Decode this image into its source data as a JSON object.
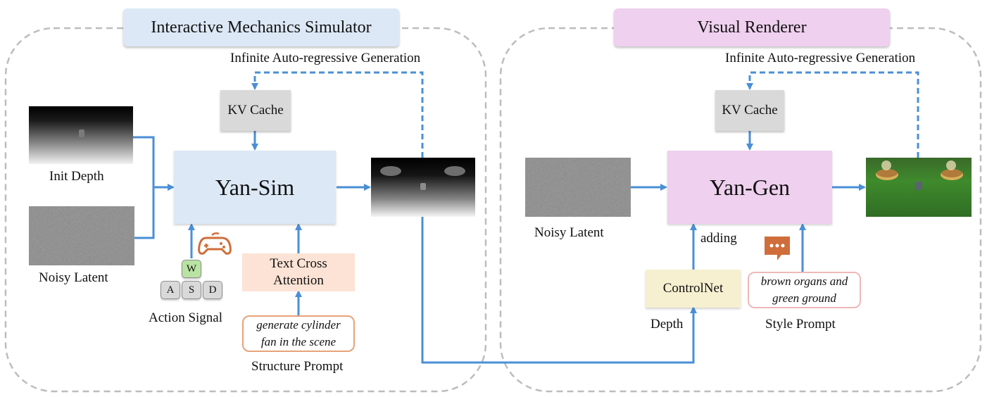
{
  "sections": {
    "left_title": "Interactive Mechanics Simulator",
    "right_title": "Visual Renderer"
  },
  "simulator": {
    "loop_label": "Infinite Auto-regressive Generation",
    "kv_cache": "KV Cache",
    "model": "Yan-Sim",
    "init_depth": "Init Depth",
    "noisy_latent": "Noisy Latent",
    "action_signal": "Action Signal",
    "keys": {
      "w": "W",
      "a": "A",
      "s": "S",
      "d": "D"
    },
    "text_cross_attention": "Text Cross Attention",
    "structure_prompt_text": "generate cylinder fan in the scene",
    "structure_prompt_label": "Structure Prompt"
  },
  "renderer": {
    "loop_label": "Infinite Auto-regressive Generation",
    "kv_cache": "KV Cache",
    "model": "Yan-Gen",
    "noisy_latent": "Noisy Latent",
    "adding": "adding",
    "controlnet": "ControlNet",
    "depth": "Depth",
    "style_prompt_text": "brown organs and green ground",
    "style_prompt_label": "Style Prompt"
  },
  "colors": {
    "arrow": "#4a8fd6",
    "sim_blue": "#dce8f5",
    "gen_pink": "#efd0ee",
    "attention_peach": "#fce3d5",
    "controlnet_yellow": "#f6f0d0",
    "prompt_orange": "#e8a27a",
    "prompt_pink": "#efb8b8",
    "icon_orange": "#cf6e3b",
    "key_green": "#b8e3a2"
  },
  "icons": [
    "gamepad-icon",
    "chat-bubble-icon"
  ]
}
